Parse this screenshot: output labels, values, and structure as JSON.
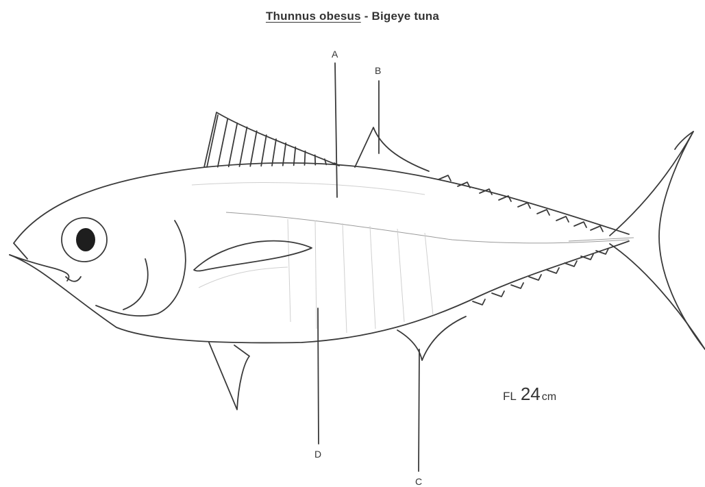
{
  "title": {
    "scientific_name": "Thunnus obesus",
    "separator": " - ",
    "common_name": "Bigeye tuna"
  },
  "labels": {
    "a": "A",
    "b": "B",
    "c": "C",
    "d": "D"
  },
  "measurement": {
    "prefix": "FL",
    "value": "24",
    "unit": "cm"
  }
}
